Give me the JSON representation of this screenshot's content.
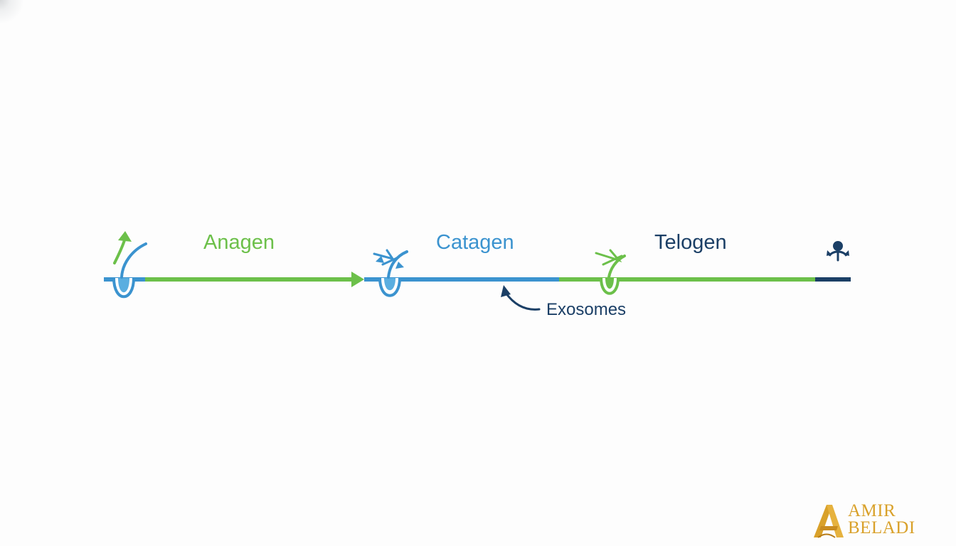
{
  "phases": [
    {
      "label": "Anagen"
    },
    {
      "label": "Catagen"
    },
    {
      "label": "Telogen"
    }
  ],
  "annotation": {
    "label": "Exosomes"
  },
  "logo": {
    "line1": "AMIR",
    "line2": "BELADI"
  },
  "colors": {
    "green": "#6cc04a",
    "blue": "#3b93cf",
    "navy": "#1b3f66",
    "gold": "#d9a12a",
    "background": "#fdfdfd"
  },
  "icons": [
    "up-arrow-icon",
    "hair-follicle-icon",
    "disrupted-follicle-icon",
    "resting-follicle-icon",
    "shedding-hair-icon",
    "curved-arrow-icon"
  ]
}
